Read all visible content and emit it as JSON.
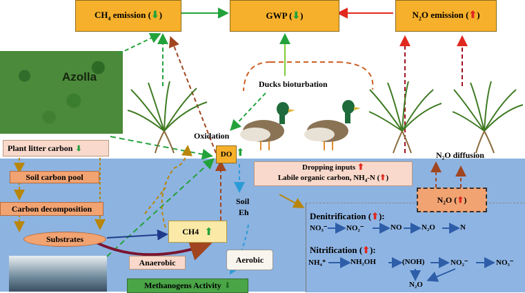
{
  "top": {
    "ch4_emission": "CH",
    "ch4_sub": "4",
    "ch4_suffix": " emission (",
    "gwp": "GWP (",
    "n2o_emission_pre": "N",
    "n2o_sub": "2",
    "n2o_suffix": "O emission ("
  },
  "labels": {
    "azolla": "Azolla",
    "ducks_bioturbation": "Ducks bioturbation",
    "oxidation": "Oxidation",
    "do": "DO",
    "soil": "Soil",
    "eh": "Eh",
    "n2o_diffusion": "N₂O diffusion",
    "plant_litter_carbon": "Plant litter carbon",
    "soil_carbon_pool": "Soil carbon pool",
    "carbon_decomposition": "Carbon decomposition",
    "substrates": "Substrates",
    "ch4_box": "CH4",
    "anaerobic": "Anaerobic",
    "aerobic": "Aerobic",
    "methanogens_activity": "Methanogens Activity",
    "dropping_inputs": "Dropping inputs",
    "labile": "Labile organic carbon, NH",
    "labile_sub": "4",
    "labile_tail": "-N (",
    "n2o_box": "N₂O (",
    "denitrification": "Denitrification (",
    "nitrification": "Nitrification ("
  },
  "chem": {
    "no3": "NO₃⁻",
    "no2": "NO₂⁻",
    "no": "NO",
    "n2o": "N₂O",
    "n": "N",
    "nh4": "NH₄⁺",
    "nh2oh": "NH₂OH",
    "noh": "(NOH)",
    "no2b": "NO₂⁻",
    "no3b": "NO₃⁻",
    "n2o_b": "N₂O"
  },
  "colors": {
    "water": "#8db3e0",
    "orange_box": "#f7b02b",
    "green_arrow": "#23a23b",
    "red_arrow": "#e0281f",
    "brown_dash": "#a0451f",
    "gold_dash": "#b8860b",
    "blue_dash": "#2a9bd6"
  },
  "icons": {
    "up": "arrow-up",
    "down": "arrow-down"
  }
}
